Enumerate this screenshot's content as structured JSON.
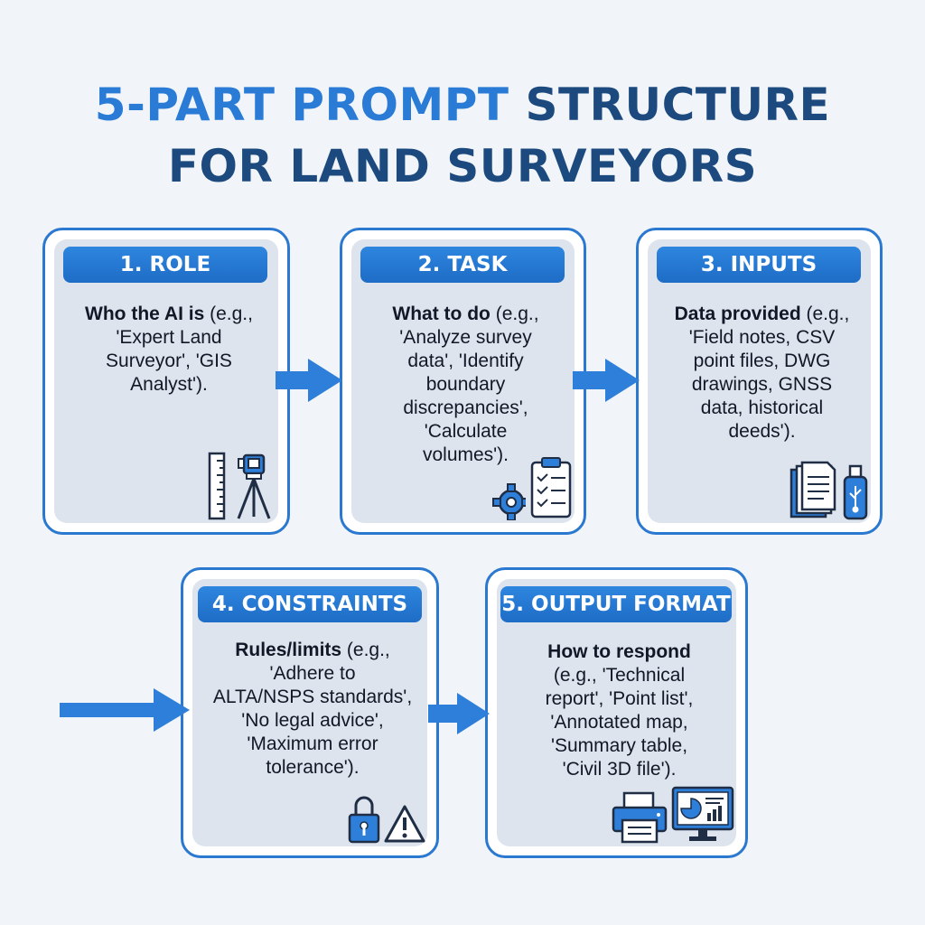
{
  "title": {
    "line1_accent": "5-PART PROMPT",
    "line1_rest": "STRUCTURE",
    "line2": "FOR LAND SURVEYORS"
  },
  "cards": [
    {
      "header": "1. ROLE",
      "lead": "Who the AI is",
      "lines": [
        " (e.g.,",
        "'Expert Land",
        "Surveyor', 'GIS",
        "Analyst')."
      ],
      "icons": [
        "ruler-icon",
        "theodolite-tripod-icon"
      ]
    },
    {
      "header": "2. TASK",
      "lead": "What to do",
      "lines": [
        " (e.g.,",
        "'Analyze survey",
        "data', 'Identify",
        "boundary",
        "discrepancies',",
        "'Calculate",
        "volumes')."
      ],
      "icons": [
        "gear-icon",
        "clipboard-checklist-icon"
      ]
    },
    {
      "header": "3. INPUTS",
      "lead": "Data provided",
      "lines": [
        " (e.g.,",
        "'Field notes, CSV",
        "point files, DWG",
        "drawings, GNSS",
        "data, historical",
        "deeds')."
      ],
      "icons": [
        "documents-icon",
        "usb-drive-icon"
      ]
    },
    {
      "header": "4. CONSTRAINTS",
      "lead": "Rules/limits",
      "lines": [
        " (e.g.,",
        "'Adhere to",
        "ALTA/NSPS standards',",
        "'No legal advice',",
        "'Maximum error",
        "tolerance')."
      ],
      "icons": [
        "padlock-icon",
        "warning-icon"
      ]
    },
    {
      "header": "5. OUTPUT FORMAT",
      "lead": "How to respond",
      "lines": [
        "",
        "(e.g., 'Technical",
        "report', 'Point list',",
        "'Annotated map,",
        "'Summary table,",
        "'Civil 3D file')."
      ],
      "icons": [
        "printer-icon",
        "monitor-chart-icon"
      ]
    }
  ],
  "colors": {
    "accent": "#2a7bd6",
    "title_dark": "#1d4a7e",
    "card_border": "#2b78d0",
    "card_fill": "#dde4ed",
    "arrow": "#2e7fd9"
  }
}
